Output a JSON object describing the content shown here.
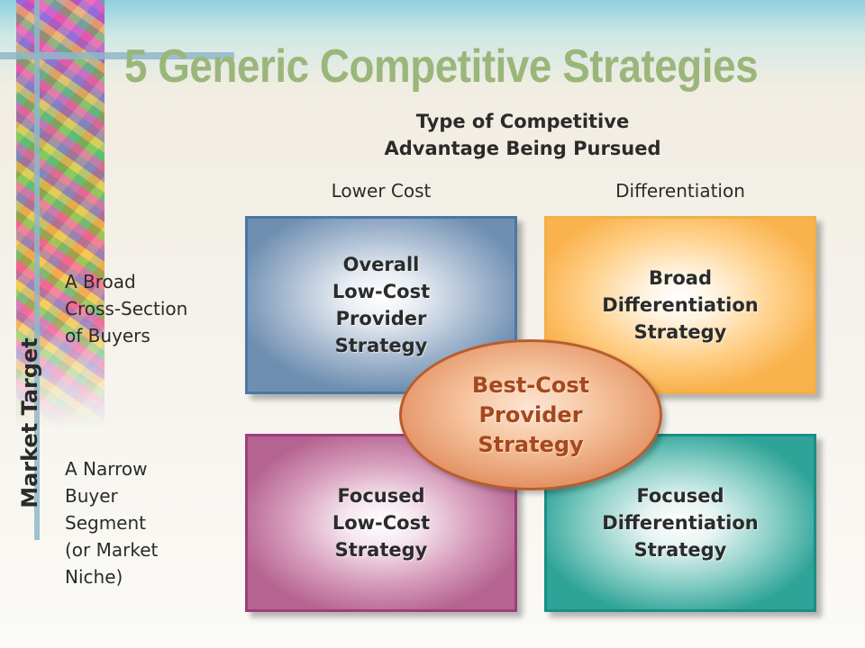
{
  "title": "5 Generic Competitive Strategies",
  "advantage_axis": {
    "title": "Type of Competitive\nAdvantage Being Pursued",
    "columns": [
      "Lower Cost",
      "Differentiation"
    ]
  },
  "market_axis": {
    "title": "Market Target",
    "rows": [
      "A Broad\nCross-Section\nof Buyers",
      "A Narrow\nBuyer\nSegment\n(or Market\nNiche)"
    ]
  },
  "strategies": {
    "overall_low_cost": "Overall\nLow-Cost\nProvider\nStrategy",
    "broad_differentiation": "Broad\nDifferentiation\nStrategy",
    "focused_low_cost": "Focused\nLow-Cost\nStrategy",
    "focused_differentiation": "Focused\nDifferentiation\nStrategy",
    "best_cost": "Best-Cost\nProvider\nStrategy"
  },
  "colors": {
    "title": "#9bb67a",
    "overall_low_cost": "#6f8fb1",
    "broad_differentiation": "#f9b24c",
    "focused_low_cost": "#b56390",
    "focused_differentiation": "#2ea398",
    "best_cost": "#e0895a",
    "best_cost_text": "#a6471d"
  }
}
